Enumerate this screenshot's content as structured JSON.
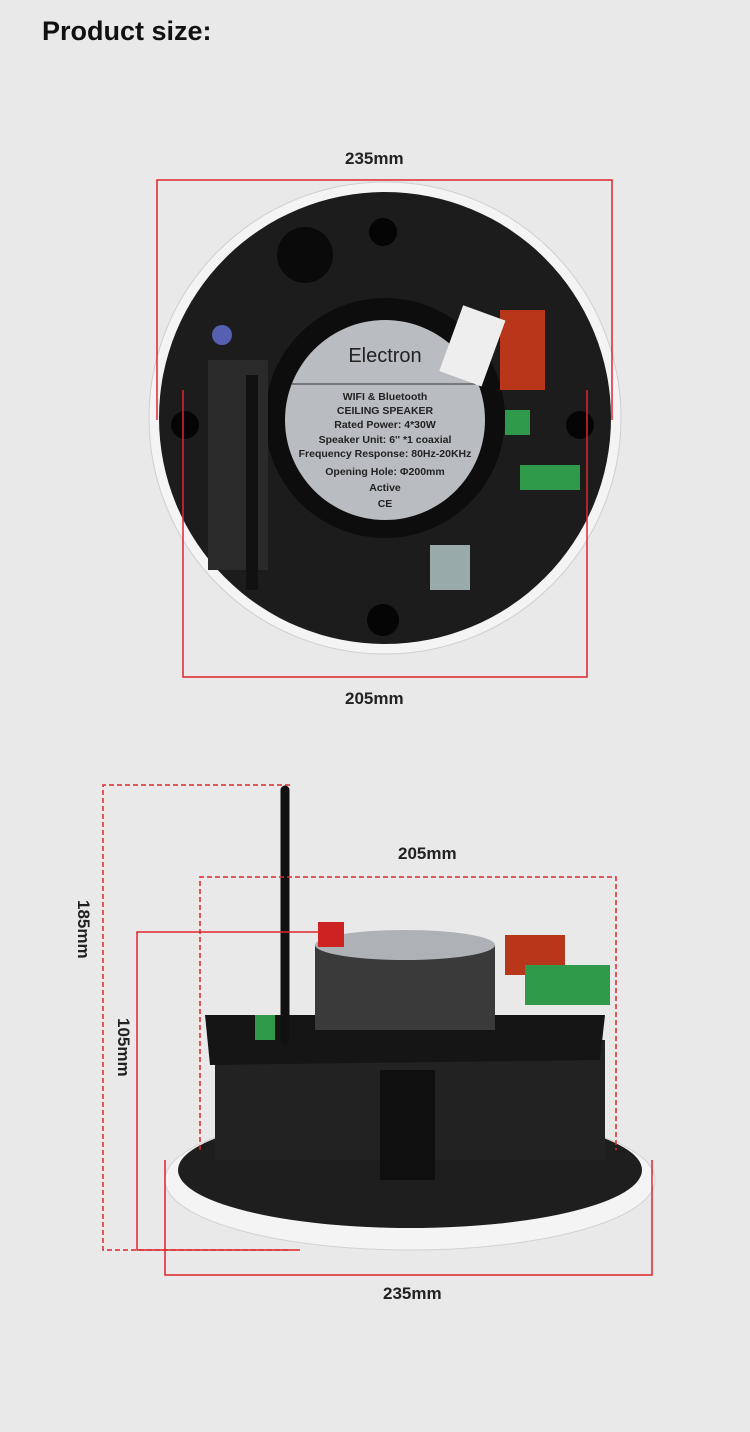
{
  "title": "Product size:",
  "top_view": {
    "width_outer": "235mm",
    "width_inner": "205mm",
    "label": {
      "brand": "Electron",
      "lines": [
        "WIFI & Bluetooth",
        "CEILING SPEAKER",
        "Rated Power: 4*30W",
        "Speaker Unit: 6'' *1 coaxial",
        "Frequency Response: 80Hz-20KHz",
        "Opening Hole: Φ200mm",
        "Active"
      ],
      "marks": "CE"
    }
  },
  "side_view": {
    "height_total": "185mm",
    "height_body": "105mm",
    "width_inner": "205mm",
    "width_outer": "235mm"
  },
  "colors": {
    "dimension_line": "#e0262b",
    "background": "#e9e9e9"
  }
}
